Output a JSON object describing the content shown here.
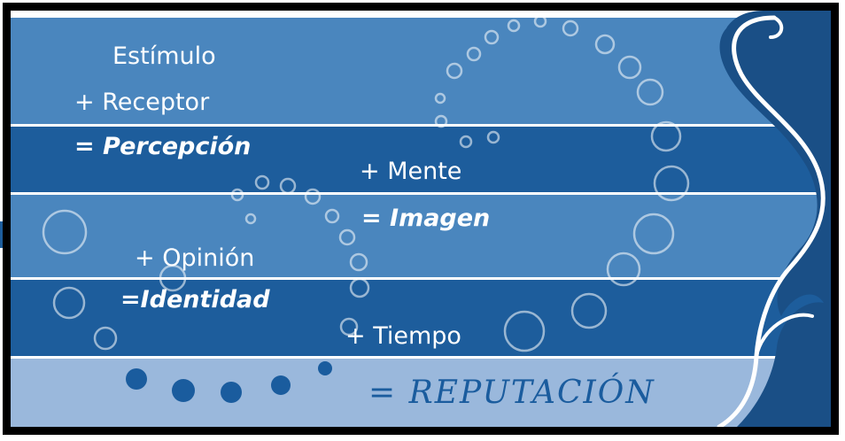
{
  "lines": {
    "estimulo": "Estímulo",
    "receptor": "+ Receptor",
    "percepcion": "= Percepción",
    "mente": "+ Mente",
    "imagen": "= Imagen",
    "opinion": "+ Opinión",
    "identidad": "=Identidad",
    "tiempo": "+ Tiempo",
    "reputacion": "= REPUTACIÓN"
  },
  "colors": {
    "band_light": "#4a86be",
    "band_dark": "#1d5d9c",
    "band_pale": "#9ab8dc",
    "text": "#ffffff",
    "reputation_text": "#1a5c9e"
  }
}
